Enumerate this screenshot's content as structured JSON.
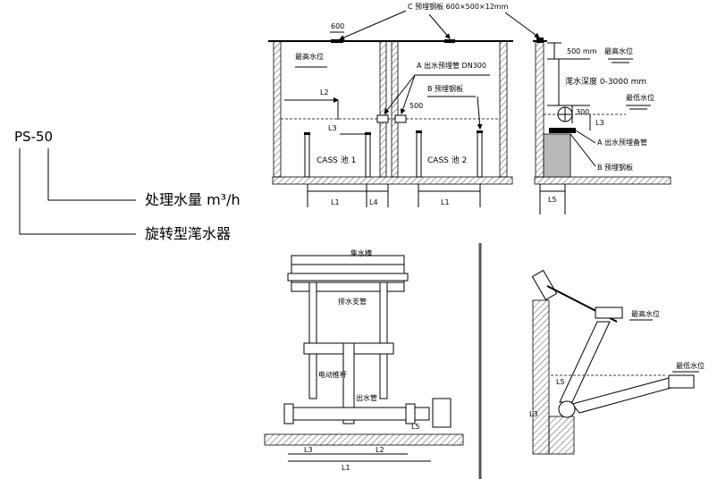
{
  "model_code": {
    "code": "PS-50",
    "flow_label": "处理水量 m³/h",
    "type_label": "旋转型滗水器"
  },
  "top_section": {
    "plate_c": "C 预埋钢板 600×500×12mm",
    "dim_600": "600",
    "dim_500": "500",
    "dim_500mm": "500 mm",
    "dim_300": "300",
    "max_water_level_left": "最高水位",
    "max_water_level_right": "最高水位",
    "min_water_level": "最低水位",
    "decant_depth": "滗水深度 0-3000 mm",
    "pipe_a": "A 出水预埋管 DN300",
    "plate_b": "B 预埋钢板",
    "pipe_a_right": "A 出水预埋备管",
    "plate_b_right": "B 预埋钢板",
    "cass_1": "CASS 池 1",
    "cass_2": "CASS 池 2",
    "l1_left": "L1",
    "l4": "L4",
    "l1_right": "L1",
    "l2": "L2",
    "l3_left": "L3",
    "l3_right": "L3",
    "l5": "L5"
  },
  "bottom_left": {
    "collector": "集水槽",
    "drain_pipe": "排水支管",
    "motor_hinge": "电动推杆",
    "outlet_pipe": "出水管",
    "l1": "L1",
    "l2": "L2",
    "l3": "L3",
    "l5": "L5"
  },
  "bottom_right": {
    "max_level": "最高水位",
    "min_level": "最低水位",
    "l3": "L3",
    "l5": "L5"
  }
}
